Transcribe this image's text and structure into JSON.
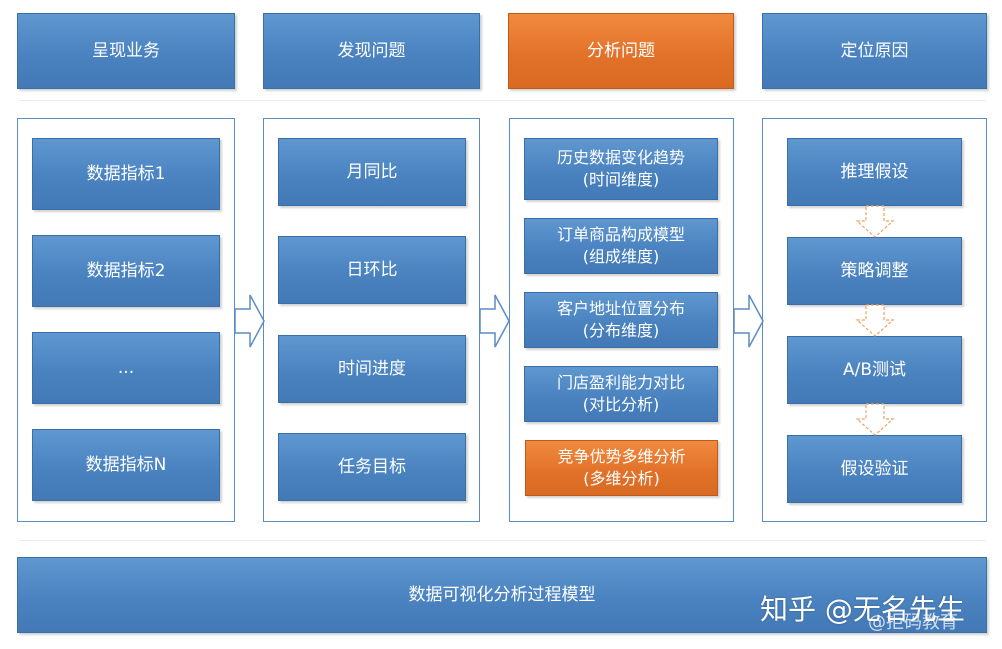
{
  "headers": [
    "呈现业务",
    "发现问题",
    "分析问题",
    "定位原因"
  ],
  "column1": [
    "数据指标1",
    "数据指标2",
    "...",
    "数据指标N"
  ],
  "column2": [
    "月同比",
    "日环比",
    "时间进度",
    "任务目标"
  ],
  "column3": [
    {
      "line1": "历史数据变化趋势",
      "line2": "(时间维度)"
    },
    {
      "line1": "订单商品构成模型",
      "line2": "(组成维度)"
    },
    {
      "line1": "客户地址位置分布",
      "line2": "(分布维度)"
    },
    {
      "line1": "门店盈利能力对比",
      "line2": "(对比分析)"
    },
    {
      "line1": "竞争优势多维分析",
      "line2": "(多维分析)"
    }
  ],
  "column4": [
    "推理假设",
    "策略调整",
    "A/B测试",
    "假设验证"
  ],
  "footer": "数据可视化分析过程模型",
  "watermark": {
    "main": "知乎 @无名先生",
    "sub": "@拒码教育"
  },
  "colors": {
    "blue": "#4a83c0",
    "orange": "#e2722a",
    "panel_border": "#5b8cc4"
  }
}
